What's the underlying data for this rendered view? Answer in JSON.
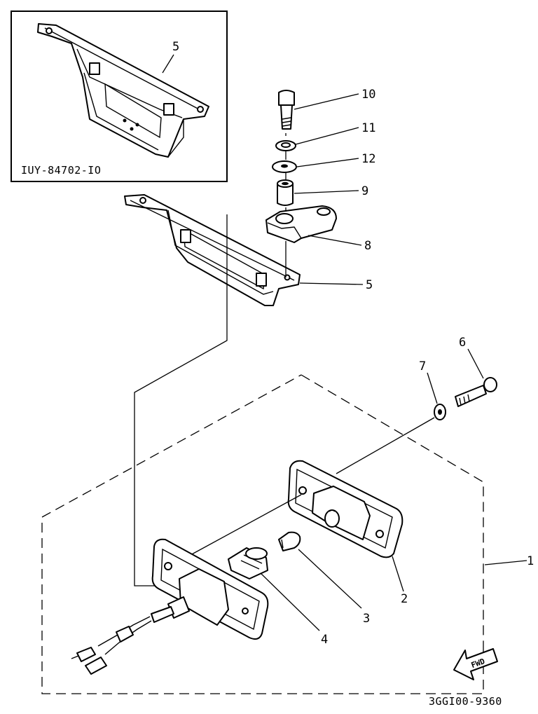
{
  "inset": {
    "part_code": "IUY-84702-IO",
    "callout": "5"
  },
  "callouts": {
    "p1": "1",
    "p2": "2",
    "p3": "3",
    "p4": "4",
    "p5": "5",
    "p6": "6",
    "p7": "7",
    "p8": "8",
    "p9": "9",
    "p10": "10",
    "p11": "11",
    "p12": "12"
  },
  "fwd_label": "FWD",
  "drawing_code": "3GGI00-9360"
}
